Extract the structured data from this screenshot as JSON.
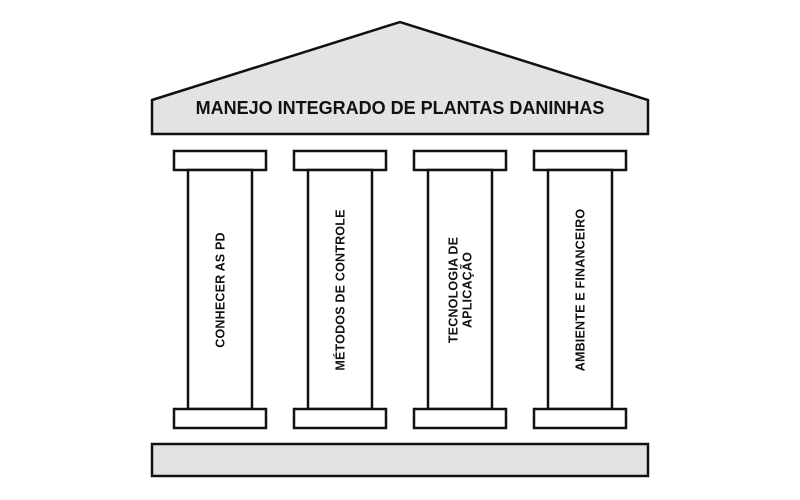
{
  "roof": {
    "title": "MANEJO INTEGRADO DE PLANTAS DANINHAS"
  },
  "pillars": [
    {
      "lines": [
        "CONHECER AS PD"
      ]
    },
    {
      "lines": [
        "MÉTODOS DE CONTROLE"
      ]
    },
    {
      "lines": [
        "TECNOLOGIA DE",
        "APLICAÇÃO"
      ]
    },
    {
      "lines": [
        "AMBIENTE E FINANCEIRO"
      ]
    }
  ],
  "colors": {
    "stroke": "#111111",
    "fill_gray": "#e3e3e3",
    "fill_white": "#ffffff"
  }
}
